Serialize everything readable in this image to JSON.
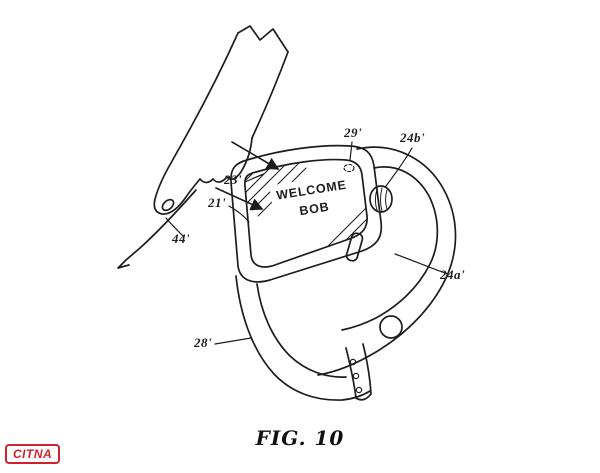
{
  "figure": {
    "caption": "FIG. 10",
    "watch_screen": {
      "line1": "WELCOME",
      "line2": "BOB"
    },
    "reference_labels": {
      "r29": "29'",
      "r24b": "24b'",
      "r23": "23'",
      "r21": "21'",
      "r44": "44'",
      "r24a": "24a'",
      "r28": "28'"
    }
  },
  "watermark": {
    "logo_text": "CITNA"
  },
  "colors": {
    "ink": "#1d1d1d",
    "logo_red": "#cf2030",
    "background": "#ffffff"
  }
}
